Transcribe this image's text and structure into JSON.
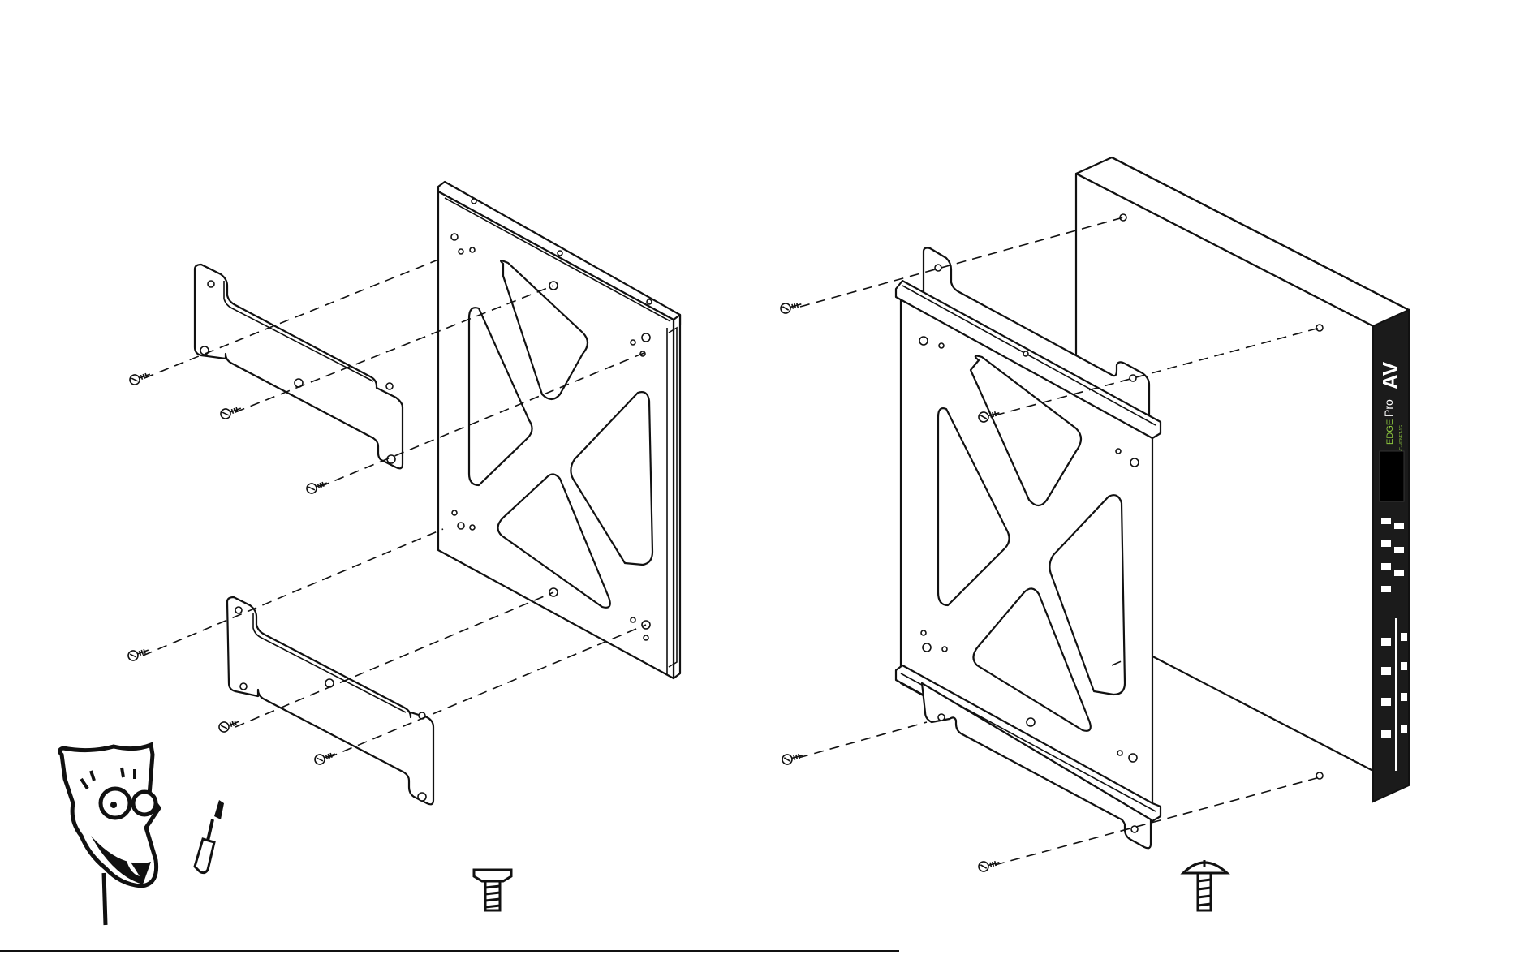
{
  "figure": {
    "left_assembly": "bracket-to-plate",
    "right_assembly": "plate-to-device"
  },
  "device": {
    "brand_av": "AV",
    "brand_pro": "Pro",
    "brand_edge": "EDGE",
    "brand_sub": "AC-MXNET-1G",
    "brand_accent": "#8cc63f",
    "panel_color": "#1b1b1b"
  },
  "icons": {
    "mascot": "mascot-face-icon",
    "tool": "screwdriver-icon",
    "screw_flat": "flat-head-screw-icon",
    "screw_pan": "pan-head-screw-icon"
  },
  "footer": {
    "caption": ""
  }
}
